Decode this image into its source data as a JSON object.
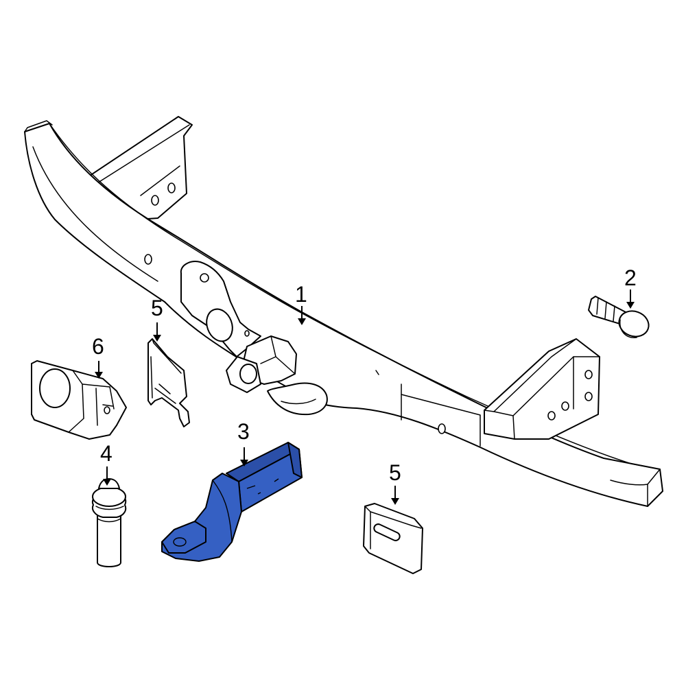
{
  "colors": {
    "highlight": "#3560C3",
    "highlight_dark": "#2B4FA8",
    "line": "#000000",
    "background": "#FFFFFF"
  },
  "callouts": {
    "c1": "1",
    "c2": "2",
    "c3": "3",
    "c4": "4",
    "c5a": "5",
    "c5b": "5",
    "c6": "6"
  }
}
